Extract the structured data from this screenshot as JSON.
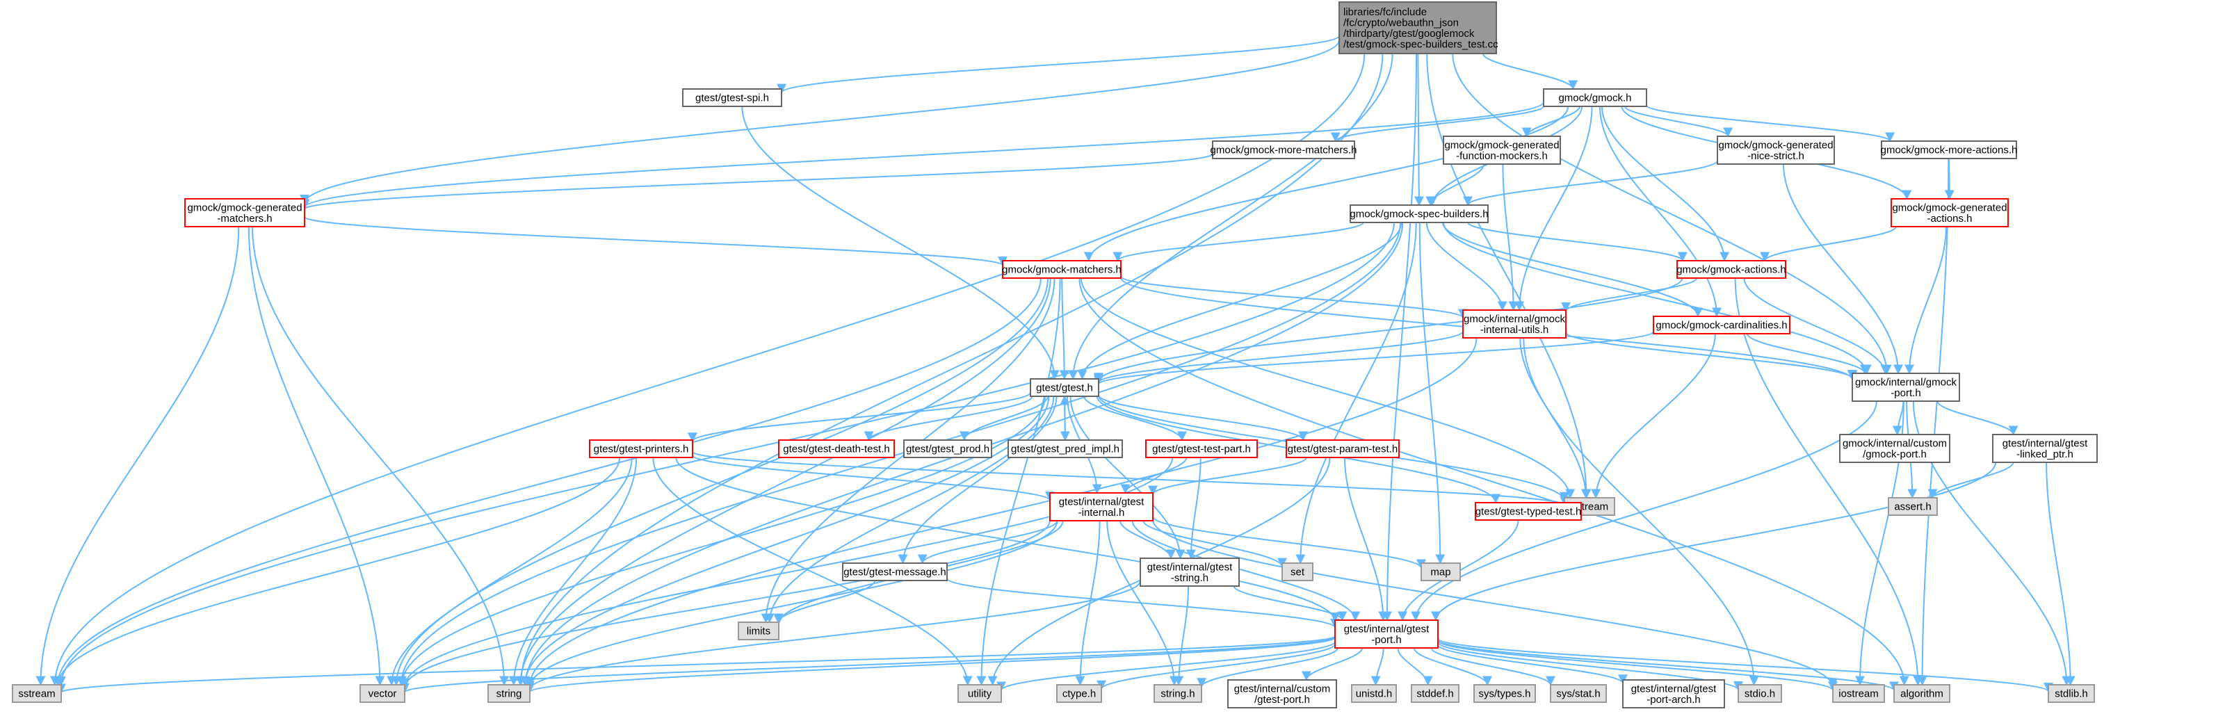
{
  "colors": {
    "edge": "#63b8ff",
    "root_fill": "#999999",
    "root_border": "#666666",
    "normal_fill": "#ffffff",
    "normal_border": "#666666",
    "missing_fill": "#ffffff",
    "missing_border": "#ff0000",
    "system_fill": "#e0e0e0",
    "system_border": "#999999"
  },
  "nodes": [
    {
      "id": "root",
      "kind": "root",
      "lines": [
        "libraries/fc/include",
        "/fc/crypto/webauthn_json",
        "/thirdparty/gtest/googlemock",
        "/test/gmock-spec-builders_test.cc"
      ]
    },
    {
      "id": "gmock_h",
      "kind": "normal",
      "lines": [
        "gmock/gmock.h"
      ]
    },
    {
      "id": "gtest_spi",
      "kind": "normal",
      "lines": [
        "gtest/gtest-spi.h"
      ]
    },
    {
      "id": "more_matchers",
      "kind": "normal",
      "lines": [
        "gmock/gmock-more-matchers.h"
      ]
    },
    {
      "id": "gen_func_mockers",
      "kind": "normal",
      "lines": [
        "gmock/gmock-generated",
        "-function-mockers.h"
      ]
    },
    {
      "id": "gen_nice_strict",
      "kind": "normal",
      "lines": [
        "gmock/gmock-generated",
        "-nice-strict.h"
      ]
    },
    {
      "id": "more_actions",
      "kind": "normal",
      "lines": [
        "gmock/gmock-more-actions.h"
      ]
    },
    {
      "id": "gen_matchers",
      "kind": "missing",
      "lines": [
        "gmock/gmock-generated",
        "-matchers.h"
      ]
    },
    {
      "id": "spec_builders",
      "kind": "normal",
      "lines": [
        "gmock/gmock-spec-builders.h"
      ]
    },
    {
      "id": "gen_actions",
      "kind": "missing",
      "lines": [
        "gmock/gmock-generated",
        "-actions.h"
      ]
    },
    {
      "id": "gmock_matchers",
      "kind": "missing",
      "lines": [
        "gmock/gmock-matchers.h"
      ]
    },
    {
      "id": "gmock_actions",
      "kind": "missing",
      "lines": [
        "gmock/gmock-actions.h"
      ]
    },
    {
      "id": "internal_utils",
      "kind": "missing",
      "lines": [
        "gmock/internal/gmock",
        "-internal-utils.h"
      ]
    },
    {
      "id": "cardinalities",
      "kind": "missing",
      "lines": [
        "gmock/gmock-cardinalities.h"
      ]
    },
    {
      "id": "gmock_port",
      "kind": "normal",
      "lines": [
        "gmock/internal/gmock",
        "-port.h"
      ]
    },
    {
      "id": "gtest_h",
      "kind": "normal",
      "lines": [
        "gtest/gtest.h"
      ]
    },
    {
      "id": "gtest_printers",
      "kind": "missing",
      "lines": [
        "gtest/gtest-printers.h"
      ]
    },
    {
      "id": "death_test",
      "kind": "missing",
      "lines": [
        "gtest/gtest-death-test.h"
      ]
    },
    {
      "id": "gtest_prod",
      "kind": "normal",
      "lines": [
        "gtest/gtest_prod.h"
      ]
    },
    {
      "id": "pred_impl",
      "kind": "normal",
      "lines": [
        "gtest/gtest_pred_impl.h"
      ]
    },
    {
      "id": "test_part",
      "kind": "missing",
      "lines": [
        "gtest/gtest-test-part.h"
      ]
    },
    {
      "id": "param_test",
      "kind": "missing",
      "lines": [
        "gtest/gtest-param-test.h"
      ]
    },
    {
      "id": "custom_gmock_port",
      "kind": "normal",
      "lines": [
        "gmock/internal/custom",
        "/gmock-port.h"
      ]
    },
    {
      "id": "linked_ptr",
      "kind": "normal",
      "lines": [
        "gtest/internal/gtest",
        "-linked_ptr.h"
      ]
    },
    {
      "id": "ostream",
      "kind": "system",
      "lines": [
        "ostream"
      ]
    },
    {
      "id": "gtest_internal",
      "kind": "missing",
      "lines": [
        "gtest/internal/gtest",
        "-internal.h"
      ]
    },
    {
      "id": "typed_test",
      "kind": "missing",
      "lines": [
        "gtest/gtest-typed-test.h"
      ]
    },
    {
      "id": "assert_h",
      "kind": "system",
      "lines": [
        "assert.h"
      ]
    },
    {
      "id": "map",
      "kind": "system",
      "lines": [
        "map"
      ]
    },
    {
      "id": "set",
      "kind": "system",
      "lines": [
        "set"
      ]
    },
    {
      "id": "gtest_message",
      "kind": "normal",
      "lines": [
        "gtest/gtest-message.h"
      ]
    },
    {
      "id": "gtest_string",
      "kind": "normal",
      "lines": [
        "gtest/internal/gtest",
        "-string.h"
      ]
    },
    {
      "id": "limits",
      "kind": "system",
      "lines": [
        "limits"
      ]
    },
    {
      "id": "gtest_port",
      "kind": "missing",
      "lines": [
        "gtest/internal/gtest",
        "-port.h"
      ]
    },
    {
      "id": "sstream",
      "kind": "system",
      "lines": [
        "sstream"
      ]
    },
    {
      "id": "vector",
      "kind": "system",
      "lines": [
        "vector"
      ]
    },
    {
      "id": "string",
      "kind": "system",
      "lines": [
        "string"
      ]
    },
    {
      "id": "utility",
      "kind": "system",
      "lines": [
        "utility"
      ]
    },
    {
      "id": "ctype",
      "kind": "system",
      "lines": [
        "ctype.h"
      ]
    },
    {
      "id": "string_h",
      "kind": "system",
      "lines": [
        "string.h"
      ]
    },
    {
      "id": "custom_gtest_port",
      "kind": "normal",
      "lines": [
        "gtest/internal/custom",
        "/gtest-port.h"
      ]
    },
    {
      "id": "unistd",
      "kind": "system",
      "lines": [
        "unistd.h"
      ]
    },
    {
      "id": "stddef",
      "kind": "system",
      "lines": [
        "stddef.h"
      ]
    },
    {
      "id": "sys_types",
      "kind": "system",
      "lines": [
        "sys/types.h"
      ]
    },
    {
      "id": "sys_stat",
      "kind": "system",
      "lines": [
        "sys/stat.h"
      ]
    },
    {
      "id": "port_arch",
      "kind": "normal",
      "lines": [
        "gtest/internal/gtest",
        "-port-arch.h"
      ]
    },
    {
      "id": "stdio",
      "kind": "system",
      "lines": [
        "stdio.h"
      ]
    },
    {
      "id": "iostream",
      "kind": "system",
      "lines": [
        "iostream"
      ]
    },
    {
      "id": "algorithm",
      "kind": "system",
      "lines": [
        "algorithm"
      ]
    },
    {
      "id": "stdlib",
      "kind": "system",
      "lines": [
        "stdlib.h"
      ]
    }
  ],
  "edges": [
    [
      "root",
      "gmock_h"
    ],
    [
      "root",
      "gtest_spi"
    ],
    [
      "root",
      "spec_builders"
    ],
    [
      "root",
      "gtest_h"
    ],
    [
      "root",
      "sstream"
    ],
    [
      "root",
      "string"
    ],
    [
      "root",
      "ostream"
    ],
    [
      "root",
      "gmock_port"
    ],
    [
      "root",
      "gtest_port"
    ],
    [
      "root",
      "gen_matchers"
    ],
    [
      "gtest_spi",
      "gtest_h"
    ],
    [
      "gmock_h",
      "more_matchers"
    ],
    [
      "gmock_h",
      "gen_func_mockers"
    ],
    [
      "gmock_h",
      "gen_nice_strict"
    ],
    [
      "gmock_h",
      "more_actions"
    ],
    [
      "gmock_h",
      "gen_matchers"
    ],
    [
      "gmock_h",
      "spec_builders"
    ],
    [
      "gmock_h",
      "gen_actions"
    ],
    [
      "gmock_h",
      "gmock_matchers"
    ],
    [
      "gmock_h",
      "gmock_actions"
    ],
    [
      "gmock_h",
      "internal_utils"
    ],
    [
      "gmock_h",
      "cardinalities"
    ],
    [
      "more_matchers",
      "gen_matchers"
    ],
    [
      "gen_func_mockers",
      "spec_builders"
    ],
    [
      "gen_func_mockers",
      "internal_utils"
    ],
    [
      "gen_nice_strict",
      "spec_builders"
    ],
    [
      "gen_nice_strict",
      "gmock_port"
    ],
    [
      "more_actions",
      "gen_actions"
    ],
    [
      "more_actions",
      "algorithm"
    ],
    [
      "gen_actions",
      "gmock_actions"
    ],
    [
      "gen_actions",
      "gmock_port"
    ],
    [
      "gen_matchers",
      "gmock_matchers"
    ],
    [
      "gen_matchers",
      "sstream"
    ],
    [
      "gen_matchers",
      "string"
    ],
    [
      "gen_matchers",
      "vector"
    ],
    [
      "spec_builders",
      "gmock_matchers"
    ],
    [
      "spec_builders",
      "gmock_actions"
    ],
    [
      "spec_builders",
      "internal_utils"
    ],
    [
      "spec_builders",
      "cardinalities"
    ],
    [
      "spec_builders",
      "gmock_port"
    ],
    [
      "spec_builders",
      "gtest_h"
    ],
    [
      "spec_builders",
      "map"
    ],
    [
      "spec_builders",
      "set"
    ],
    [
      "spec_builders",
      "sstream"
    ],
    [
      "spec_builders",
      "string"
    ],
    [
      "spec_builders",
      "vector"
    ],
    [
      "gmock_matchers",
      "internal_utils"
    ],
    [
      "gmock_matchers",
      "gmock_port"
    ],
    [
      "gmock_matchers",
      "gtest_h"
    ],
    [
      "gmock_matchers",
      "algorithm"
    ],
    [
      "gmock_matchers",
      "limits"
    ],
    [
      "gmock_matchers",
      "ostream"
    ],
    [
      "gmock_matchers",
      "sstream"
    ],
    [
      "gmock_matchers",
      "string"
    ],
    [
      "gmock_matchers",
      "utility"
    ],
    [
      "gmock_matchers",
      "vector"
    ],
    [
      "gmock_actions",
      "internal_utils"
    ],
    [
      "gmock_actions",
      "gmock_port"
    ],
    [
      "gmock_actions",
      "algorithm"
    ],
    [
      "gmock_actions",
      "gtest_h"
    ],
    [
      "internal_utils",
      "gmock_port"
    ],
    [
      "internal_utils",
      "gtest_h"
    ],
    [
      "internal_utils",
      "stdio"
    ],
    [
      "internal_utils",
      "ostream"
    ],
    [
      "internal_utils",
      "string"
    ],
    [
      "cardinalities",
      "gmock_port"
    ],
    [
      "cardinalities",
      "gtest_h"
    ],
    [
      "cardinalities",
      "ostream"
    ],
    [
      "gmock_port",
      "custom_gmock_port"
    ],
    [
      "gmock_port",
      "linked_ptr"
    ],
    [
      "gmock_port",
      "assert_h"
    ],
    [
      "gmock_port",
      "stdlib"
    ],
    [
      "gmock_port",
      "iostream"
    ],
    [
      "gmock_port",
      "gtest_port"
    ],
    [
      "linked_ptr",
      "assert_h"
    ],
    [
      "linked_ptr",
      "stdlib"
    ],
    [
      "linked_ptr",
      "gtest_port"
    ],
    [
      "gtest_h",
      "gtest_printers"
    ],
    [
      "gtest_h",
      "death_test"
    ],
    [
      "gtest_h",
      "gtest_prod"
    ],
    [
      "gtest_h",
      "pred_impl"
    ],
    [
      "gtest_h",
      "test_part"
    ],
    [
      "gtest_h",
      "param_test"
    ],
    [
      "gtest_h",
      "typed_test"
    ],
    [
      "gtest_h",
      "ostream"
    ],
    [
      "gtest_h",
      "gtest_internal"
    ],
    [
      "gtest_h",
      "gtest_message"
    ],
    [
      "gtest_h",
      "gtest_string"
    ],
    [
      "gtest_h",
      "limits"
    ],
    [
      "gtest_h",
      "vector"
    ],
    [
      "gtest_h",
      "string"
    ],
    [
      "pred_impl",
      "gtest_h"
    ],
    [
      "gtest_printers",
      "gtest_internal"
    ],
    [
      "gtest_printers",
      "gtest_port"
    ],
    [
      "gtest_printers",
      "ostream"
    ],
    [
      "gtest_printers",
      "sstream"
    ],
    [
      "gtest_printers",
      "string"
    ],
    [
      "gtest_printers",
      "utility"
    ],
    [
      "gtest_printers",
      "vector"
    ],
    [
      "test_part",
      "gtest_internal"
    ],
    [
      "test_part",
      "gtest_string"
    ],
    [
      "test_part",
      "vector"
    ],
    [
      "param_test",
      "gtest_internal"
    ],
    [
      "param_test",
      "gtest_port"
    ],
    [
      "param_test",
      "utility"
    ],
    [
      "typed_test",
      "gtest_port"
    ],
    [
      "gtest_internal",
      "gtest_message"
    ],
    [
      "gtest_internal",
      "gtest_string"
    ],
    [
      "gtest_internal",
      "gtest_port"
    ],
    [
      "gtest_internal",
      "set"
    ],
    [
      "gtest_internal",
      "map"
    ],
    [
      "gtest_internal",
      "limits"
    ],
    [
      "gtest_internal",
      "ctype"
    ],
    [
      "gtest_internal",
      "string_h"
    ],
    [
      "gtest_internal",
      "vector"
    ],
    [
      "gtest_internal",
      "string"
    ],
    [
      "gtest_internal",
      "iostream"
    ],
    [
      "gtest_message",
      "gtest_port"
    ],
    [
      "gtest_message",
      "limits"
    ],
    [
      "gtest_string",
      "gtest_port"
    ],
    [
      "gtest_string",
      "string_h"
    ],
    [
      "gtest_string",
      "string"
    ],
    [
      "gtest_port",
      "sstream"
    ],
    [
      "gtest_port",
      "vector"
    ],
    [
      "gtest_port",
      "string"
    ],
    [
      "gtest_port",
      "utility"
    ],
    [
      "gtest_port",
      "ctype"
    ],
    [
      "gtest_port",
      "string_h"
    ],
    [
      "gtest_port",
      "custom_gtest_port"
    ],
    [
      "gtest_port",
      "unistd"
    ],
    [
      "gtest_port",
      "stddef"
    ],
    [
      "gtest_port",
      "sys_types"
    ],
    [
      "gtest_port",
      "sys_stat"
    ],
    [
      "gtest_port",
      "port_arch"
    ],
    [
      "gtest_port",
      "stdio"
    ],
    [
      "gtest_port",
      "iostream"
    ],
    [
      "gtest_port",
      "algorithm"
    ],
    [
      "gtest_port",
      "stdlib"
    ]
  ]
}
